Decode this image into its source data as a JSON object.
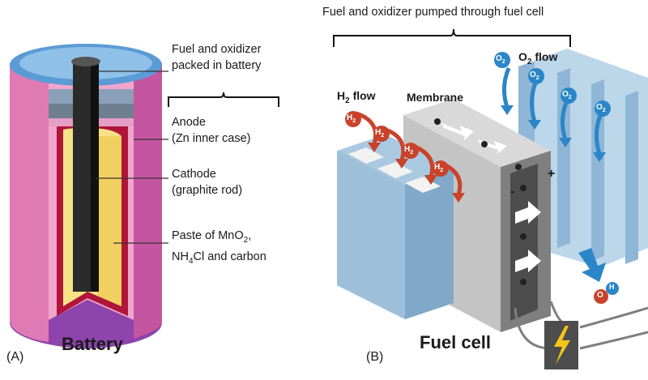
{
  "panel_a": {
    "panel_label": "(A)",
    "title": "Battery",
    "brace_label_line1": "Fuel and oxidizer",
    "brace_label_line2": "packed in battery",
    "anode_line1": "Anode",
    "anode_line2": "(Zn inner case)",
    "cathode_line1": "Cathode",
    "cathode_line2": "(graphite rod)",
    "paste_line1_a": "Paste of MnO",
    "paste_line1_sub": "2",
    "paste_line1_b": ",",
    "paste_line2_a": "NH",
    "paste_line2_sub": "4",
    "paste_line2_b": "Cl and carbon"
  },
  "panel_b": {
    "panel_label": "(B)",
    "title": "Fuel cell",
    "top_label": "Fuel and oxidizer pumped through fuel cell",
    "h2_flow_a": "H",
    "h2_flow_sub": "2",
    "h2_flow_b": " flow",
    "o2_flow_a": "O",
    "o2_flow_sub": "2",
    "o2_flow_b": " flow",
    "membrane": "Membrane",
    "minus": "-",
    "plus": "+",
    "h2_bubble": "H",
    "h2_bubble_sub": "2",
    "o2_bubble": "O",
    "o2_bubble_sub": "2",
    "water_o": "O",
    "water_h": "H"
  },
  "colors": {
    "battery_outer": "#e06fb0",
    "battery_top": "#5b9bd5",
    "battery_red": "#b0153a",
    "battery_paste": "#f8e287",
    "battery_rod": "#2b2b2b",
    "plate_blue": "#a9c9e1",
    "membrane_gray": "#c9c9c9",
    "h2_red": "#c9432b",
    "o2_blue": "#2a86c8",
    "bolt_yellow": "#f5c518"
  },
  "icons": [
    "lightning-bolt-icon",
    "arrow-icon"
  ]
}
